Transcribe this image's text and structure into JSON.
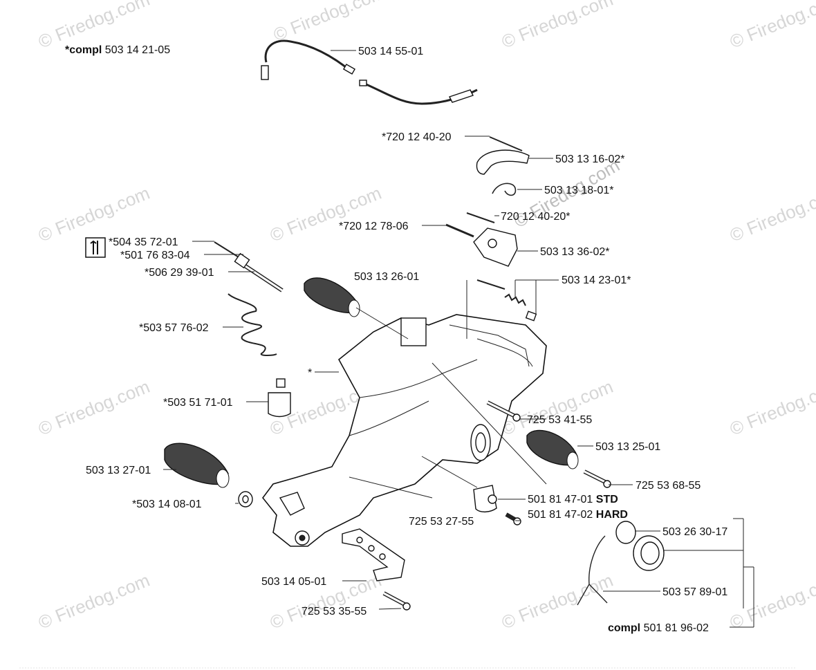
{
  "watermark": "© Firedog.com",
  "labels": {
    "compl_top": {
      "prefix": "*compl",
      "number": "503 14 21-05"
    },
    "cable": "503 14 55-01",
    "pin_a": "*720 12 40-20",
    "lever": "503 13 16-02*",
    "spring_small": "503 13 18-01*",
    "pin_b": "720 12 40-20*",
    "pin_c": "*720 12 78-06",
    "trigger": "503 13 36-02*",
    "tool_a": "*504 35 72-01",
    "tool_b": "*501 76 83-04",
    "tool_c": "*506 29 39-01",
    "buffer_top": "503 13 26-01",
    "screw_set": "503 14 23-01*",
    "spring_coil": "*503 57 76-02",
    "housing": "*",
    "vibe_block": "*503 51 71-01",
    "screw_1": "725 53 41-55",
    "buffer_right": "503 13 25-01",
    "buffer_left": "503 13 27-01",
    "screw_2": "725 53 68-55",
    "washer": "*503 14 08-01",
    "cap_std": {
      "number": "501 81 47-01",
      "suffix": "STD"
    },
    "cap_hard": {
      "number": "501 81 47-02",
      "suffix": "HARD"
    },
    "screw_3": "725 53 27-55",
    "oring": "503 26 30-17",
    "bracket": "503 14 05-01",
    "strap": "503 57 89-01",
    "screw_4": "725 53 35-55",
    "compl_bottom": {
      "prefix": "compl",
      "number": "501 81 96-02"
    }
  }
}
